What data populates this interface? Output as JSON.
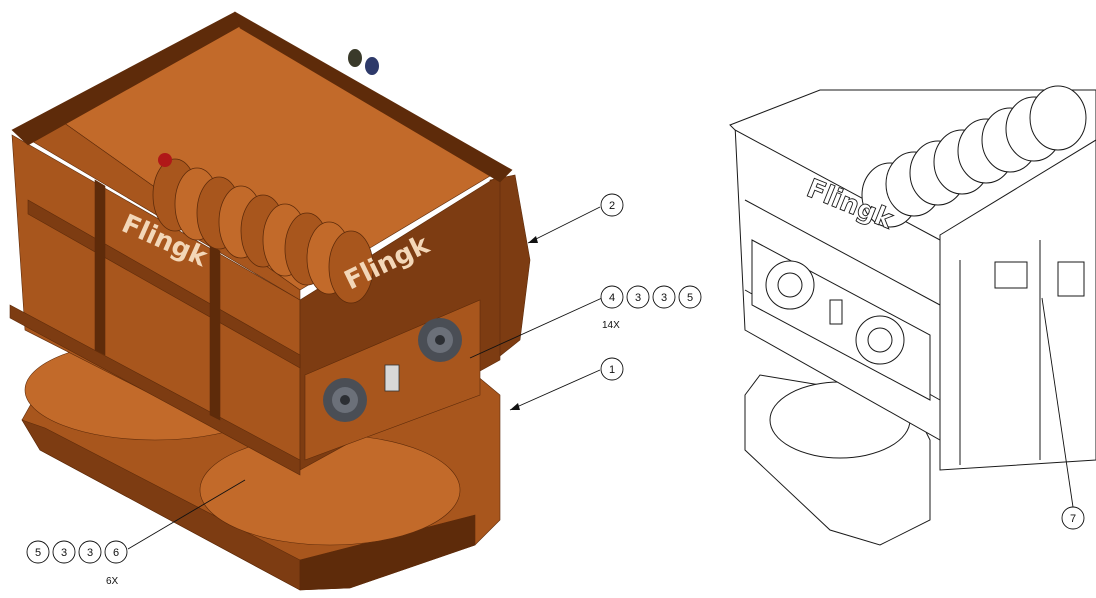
{
  "colors": {
    "housing_light": "#c26a2a",
    "housing_mid": "#a8561d",
    "housing_dark": "#7d3c12",
    "housing_shadow": "#5e2b0a",
    "line_art": "#1a1a1a",
    "background": "#ffffff"
  },
  "brand": {
    "text": "Flingk"
  },
  "color_view": {
    "balloons": {
      "item_2": "2",
      "item_1": "1",
      "group_top": [
        "4",
        "3",
        "3",
        "5"
      ],
      "group_bottom": [
        "5",
        "3",
        "3",
        "6"
      ]
    },
    "qty_top": "14X",
    "qty_bottom": "6X"
  },
  "line_view": {
    "balloons": {
      "item_7": "7"
    }
  }
}
